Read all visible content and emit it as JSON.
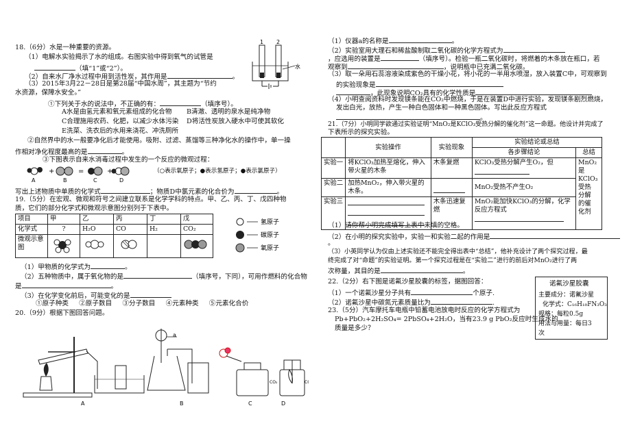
{
  "q18": {
    "header": "18.（6分）水是一种重要的资源。",
    "p1a": "（1）电解水实验揭示了水的组成。右图实验中得到氧气的试管是",
    "p1b": "（填“1”或“2”）。",
    "p2": "（2）自来水厂净水过程中用到活性炭，其作用是",
    "p3a": "（3）2015年3月22－28日是第28届“中国水周”，其主题为“节约",
    "p3b": "水资源，保障水安全。”",
    "s1": "①下列关于水的说法中，不正确的有：",
    "s1b": "（填序号）。",
    "optA": "A水是由氢元素和氧元素组成的化合物",
    "optB": "B清澈、透明的泉水是纯净物",
    "optC": "C合理施用农药、化肥，以减少水体污染",
    "optD": "D将活性炭放入硬水中可使其软化",
    "optE": "E洗菜、洗衣后的水用来浇花、冲洗厕所",
    "s2a": "②自然界中的水一般要净化后才能使用。吸附、过滤、蒸馏等三种净化水的操作中，单一操",
    "s2b": "作相对净化程度最高的是",
    "s3": "③下图表示自来水消毒过程中发生的一个反应的微观过程：",
    "legend": "（○表示氧原子；●表示氢原子；●表示氯原子）",
    "labels": [
      "A",
      "B",
      "C",
      "D"
    ],
    "s4a": "写出上述物质中单质的化学式",
    "s4b": "；物质D中氯元素的化合价为",
    "water": "水",
    "tube1": "1",
    "tube2": "2"
  },
  "q19": {
    "header": "19.（5分）在宏观、微观和符号之间建立联系是化学学科的特点。甲、乙、丙、丁、戊四种物",
    "header2": "质，它们的部分化学式和微观示意图分别列于下表中。",
    "table": {
      "r1": [
        "项目",
        "甲",
        "乙",
        "丙",
        "丁",
        "戊"
      ],
      "r2": [
        "化学式",
        "?",
        "H₂O",
        "CO",
        "H₂",
        "CO₂"
      ],
      "r3label": "微观示意图"
    },
    "legend": [
      "氢原子",
      "碳原子",
      "氧原子"
    ],
    "p1": "（1）甲物质的化学式为",
    "p2a": "（2）五种物质中，属于氧化物的是",
    "p2b": "（填序号，下同），可用作燃料的化合物",
    "p2c": "是",
    "p3": "（3）在化学变化前后，可能变化的是",
    "opts": [
      "①原子种类",
      "②原子数目",
      "③分子数目",
      "④元素种类",
      "⑤元素化合价"
    ]
  },
  "q20": {
    "header": "20.（9分）根据下图回答问题。",
    "labels": [
      "A",
      "B",
      "C",
      "D"
    ],
    "a": "a",
    "co2": "CO₂",
    "p1": "（1）仪器a的名称是",
    "p2": "（2）实验室用大理石和稀盐酸制取二氧化碳的化学方程式为",
    "p2b": "，应选用的装置是",
    "p2c": "（填序号）。检验一瓶二氧化碳时，将燃着的木条放在瓶口，若",
    "p2d": "观察到",
    "p2e": "，说明瓶中已充满二氧化碳。",
    "p3a": "（3）取一朵用石蕊溶液染成紫色的干燥小花，将小花的一半用水喷湿，放入装置C中，可观察到",
    "p3b": "的实验现象是",
    "p3c": "，此现象说明CO₂具有的化学性质是",
    "p4a": "（4）小明查阅资料时发现镁条能在CO₂中燃烧，于是在装置D中进行实验，发现镁条剧烈燃烧，",
    "p4b": "发出白光，放热，产生一种白色固体和一种黑色固体。写出此反应方程式"
  },
  "q21": {
    "header": "21.（7分）小明同学欲通过实验证明“MnO₂是KClO₃受热分解的催化剂”这一命题。他设计并完成了",
    "header2": "下表所示的探究实验。",
    "table": {
      "h1": [
        "实验操作",
        "实验现象",
        "实验结论或总结"
      ],
      "h2": [
        "各步骤结论",
        "总结"
      ],
      "r1": [
        "实验一",
        "将KClO₃加热至熔化，伸入带火星的木条",
        "木条复燃",
        "KClO₃受热分解产生O₂，但",
        ""
      ],
      "r2": [
        "实验二",
        "加热MnO₂，伸入带火星的木条。",
        "",
        "MnO₂受热不产生O₂"
      ],
      "r3": [
        "实验三",
        "",
        "木条迅速复燃",
        "MnO₂能加快KClO₃的分解，化学反应方程式"
      ],
      "summary": [
        "MnO₂",
        "是",
        "KClO₃",
        "受热",
        "分解",
        "的催",
        "化剂"
      ]
    },
    "p1": "（1）请你帮小明完成填写上表中未填的空格。",
    "p2": "（2）在小明的探究实验中，实验一和实验二起的作用是",
    "p3a": "（3）小英同学认为仅由上述实验还不能完全得出表中“总结”，他补充设计了两个探究过程，最",
    "p3b": "终完成了对“命题”的实验证明。第一个探究过程是在“实验二”进行的前后对MnO₂进行了两",
    "p3c": "次称量，其目的是"
  },
  "q22": {
    "header": "22.（2分）右下图是诺氟沙星胶囊的标签，据图回答：",
    "p1a": "（1）一个诺氟沙星分子共有",
    "p1b": "个原子.",
    "p2": "（2）诺氟沙星中碳氮元素质量比为",
    "label": {
      "title": "诺氟沙星胶囊",
      "l1": "主要成分：诺氟沙星",
      "l2": "化学式：C₁₆H₁₈FN₃O₃",
      "l3": "规格：每粒0.5g",
      "l4": "用法与用量：每日3",
      "l5": "次"
    }
  },
  "q23": {
    "header": "23.（5分）汽车摩托车电瓶中铅蓄电池放电时反应的化学方程式为",
    "eq": "Pb+PbO₂+2H₂SO₄= 2PbSO₄+2H₂O，当有23.9 g PbO₂反应时生成水的",
    "end": "质量是多少？"
  }
}
